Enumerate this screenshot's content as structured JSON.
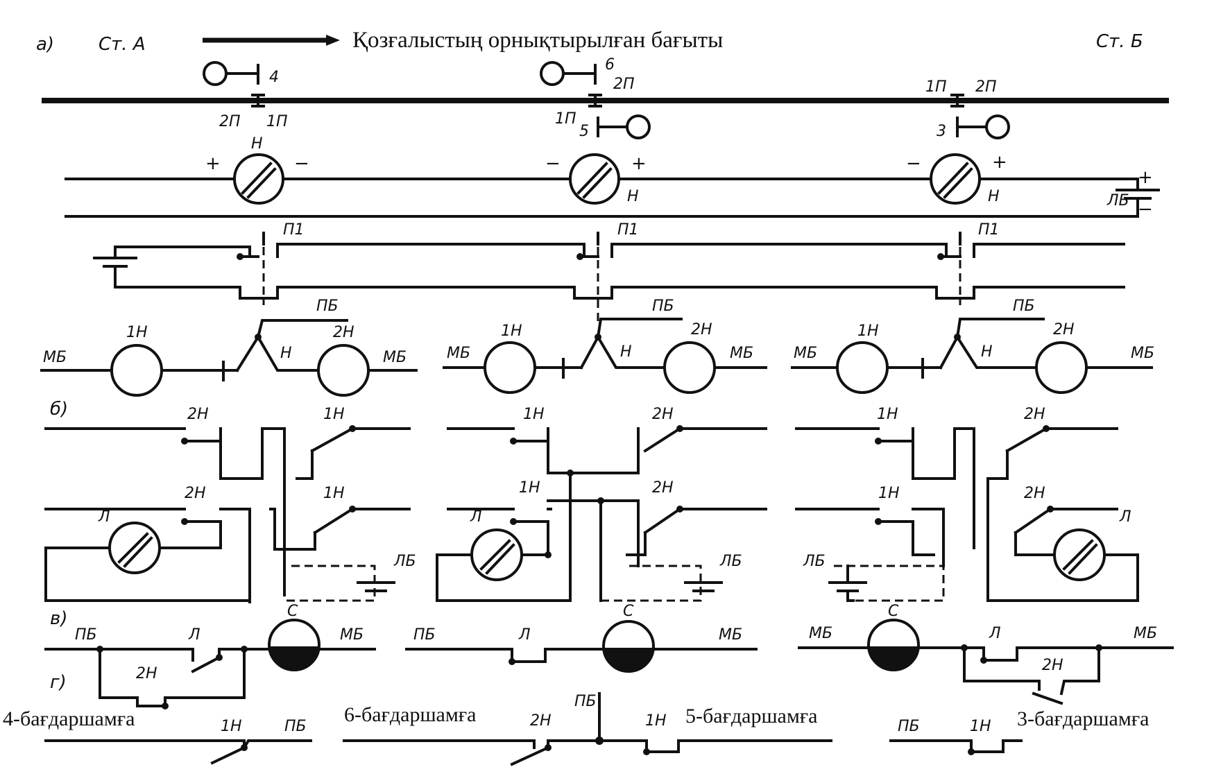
{
  "header": {
    "panel_a": "а)",
    "station_a": "Ст. А",
    "station_b": "Ст. Б",
    "direction_caption": "Қозғалыстың орнықтырылған бағыты"
  },
  "panel_letters": {
    "b": "б)",
    "v": "в)",
    "g": "г)"
  },
  "signals": {
    "s4": "4",
    "s6": "6",
    "s5": "5",
    "s3": "3"
  },
  "labels": {
    "p1": "1П",
    "p2": "2П",
    "n": "Н",
    "plus": "+",
    "minus": "−",
    "lb": "ЛБ",
    "mb": "МБ",
    "pb": "ПБ",
    "p1_contact": "П1",
    "n1": "1Н",
    "n2": "2Н",
    "l": "Л",
    "s": "С"
  },
  "captions": {
    "to_signal_4": "4-бағдаршамға",
    "to_signal_6": "6-бағдаршамға",
    "to_signal_5": "5-бағдаршамға",
    "to_signal_3": "3-бағдаршамға"
  }
}
